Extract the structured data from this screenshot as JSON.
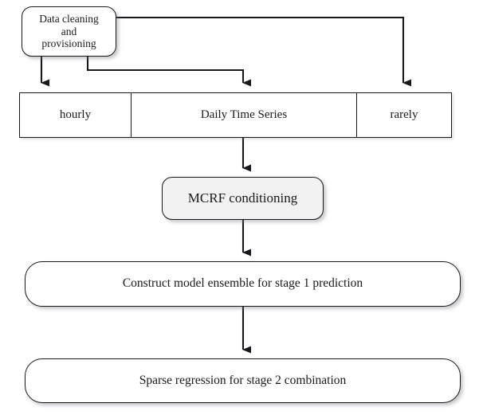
{
  "diagram": {
    "type": "flowchart",
    "orientation": "top-to-bottom",
    "background_color": "#ffffff",
    "line_color": "#17171c",
    "nodes": {
      "data_cleaning": {
        "label": "Data cleaning\nand\nprovisioning",
        "shape": "rounded-rectangle",
        "fill": "#ffffff",
        "shadow": true
      },
      "mcrf": {
        "label": "MCRF conditioning",
        "shape": "rounded-rectangle",
        "fill": "#f2f2f2",
        "shadow": true
      },
      "stage1": {
        "label": "Construct model ensemble for stage 1 prediction",
        "shape": "rounded-rectangle",
        "fill": "#ffffff",
        "shadow": true
      },
      "stage2": {
        "label": "Sparse regression for stage 2 combination",
        "shape": "rounded-rectangle",
        "fill": "#ffffff",
        "shadow": true
      }
    },
    "table": {
      "shape": "rectangle",
      "fill": "#ffffff",
      "cells": [
        {
          "label": "hourly"
        },
        {
          "label": "Daily Time Series"
        },
        {
          "label": "rarely"
        }
      ]
    },
    "edges": [
      {
        "from": "data_cleaning",
        "to": "cell-hourly",
        "style": "straight-down-arrow"
      },
      {
        "from": "data_cleaning",
        "to": "cell-daily",
        "style": "elbow-right-down-arrow"
      },
      {
        "from": "data_cleaning",
        "to": "cell-rarely",
        "style": "elbow-right-down-arrow"
      },
      {
        "from": "cell-daily",
        "to": "mcrf",
        "style": "straight-down-arrow"
      },
      {
        "from": "mcrf",
        "to": "stage1",
        "style": "straight-down-arrow"
      },
      {
        "from": "stage1",
        "to": "stage2",
        "style": "straight-down-arrow"
      }
    ]
  }
}
